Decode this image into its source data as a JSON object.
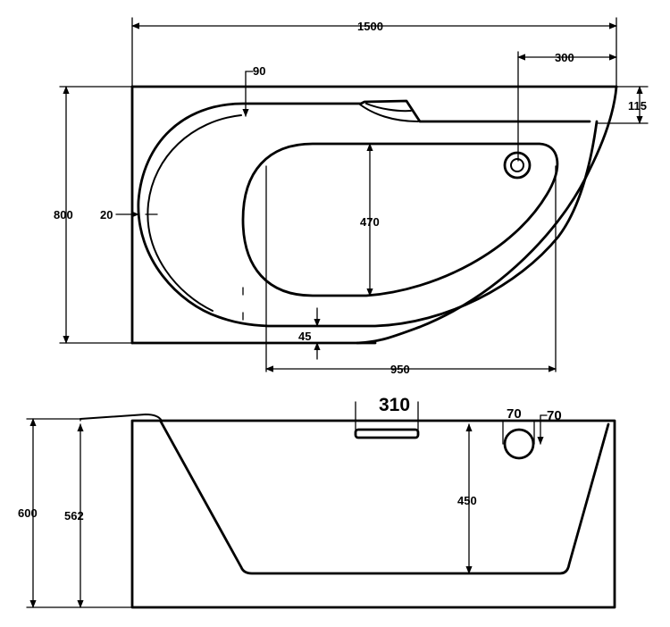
{
  "dimensions": {
    "overall_length": "1500",
    "overflow_offset": "300",
    "rim_width": "90",
    "rim_right": "115",
    "overall_width": "800",
    "wall_thickness": "20",
    "inner_width": "470",
    "bottom_rim": "45",
    "inner_length": "950",
    "headrest_length": "310",
    "overflow_diameter": "70",
    "overflow_offset_small": "70",
    "total_height": "600",
    "skirt_height": "562",
    "inner_depth": "450"
  }
}
